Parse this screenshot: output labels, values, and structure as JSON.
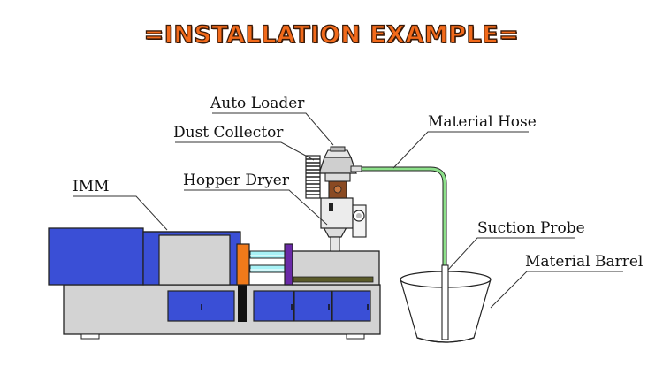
{
  "title": "=INSTALLATION EXAMPLE=",
  "labels": {
    "auto_loader": "Auto Loader",
    "dust_collector": "Dust Collector",
    "hopper_dryer": "Hopper Dryer",
    "imm": "IMM",
    "material_hose": "Material Hose",
    "suction_probe": "Suction Probe",
    "material_barrel": "Material Barrel"
  },
  "colors": {
    "title_fill": "#f26a1b",
    "machine_blue": "#3a4fd6",
    "machine_gray": "#d3d3d3",
    "hose_green": "#8de08a",
    "mold_orange": "#f07a1a",
    "mold_purple": "#6a2aa8",
    "tie_bar_cyan": "#a8f2f6",
    "dryer_brown": "#8a4a22"
  }
}
